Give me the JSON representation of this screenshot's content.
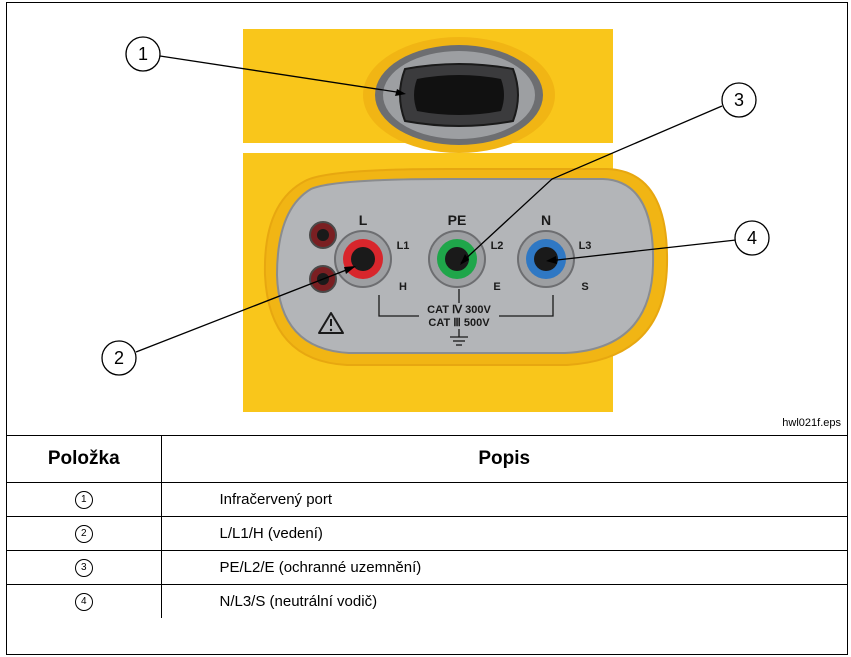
{
  "figure": {
    "file_id": "hwl021f.eps",
    "callouts": [
      "1",
      "2",
      "3",
      "4"
    ],
    "terminal_labels": {
      "L": "L",
      "L1": "L1",
      "H": "H",
      "PE": "PE",
      "L2": "L2",
      "E": "E",
      "N": "N",
      "L3": "L3",
      "S": "S"
    },
    "rating_line1": "CAT Ⅳ 300V",
    "rating_line2": "CAT Ⅲ 500V",
    "colors": {
      "panel_yellow": "#f9c61b",
      "face_gray": "#b3b5b8",
      "red_terminal": "#d8262c",
      "green_terminal": "#1fa64a",
      "blue_terminal": "#2f78c4"
    }
  },
  "table": {
    "headers": {
      "item": "Položka",
      "description": "Popis"
    },
    "rows": [
      {
        "item": "1",
        "description": "Infračervený port"
      },
      {
        "item": "2",
        "description": "L/L1/H (vedení)"
      },
      {
        "item": "3",
        "description": "PE/L2/E (ochranné uzemnění)"
      },
      {
        "item": "4",
        "description": "N/L3/S (neutrální vodič)"
      }
    ]
  }
}
